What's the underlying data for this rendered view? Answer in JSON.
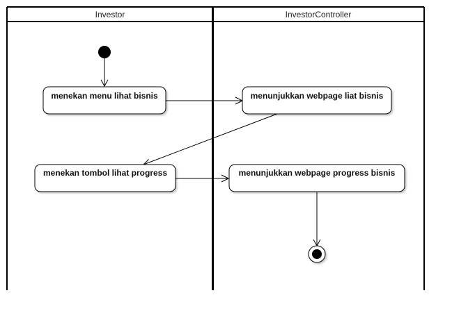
{
  "diagram": {
    "type": "activity-swimlane",
    "lanes": [
      {
        "id": "investor",
        "title": "Investor"
      },
      {
        "id": "controller",
        "title": "InvestorController"
      }
    ],
    "activities": [
      {
        "id": "a1",
        "lane": "investor",
        "label": "menekan menu lihat bisnis"
      },
      {
        "id": "a2",
        "lane": "controller",
        "label": "menunjukkan webpage liat bisnis"
      },
      {
        "id": "a3",
        "lane": "investor",
        "label": "menekan tombol lihat progress"
      },
      {
        "id": "a4",
        "lane": "controller",
        "label": "menunjukkan webpage progress bisnis"
      }
    ],
    "flows": [
      {
        "from": "start",
        "to": "a1"
      },
      {
        "from": "a1",
        "to": "a2"
      },
      {
        "from": "a2",
        "to": "a3"
      },
      {
        "from": "a3",
        "to": "a4"
      },
      {
        "from": "a4",
        "to": "end"
      }
    ]
  }
}
